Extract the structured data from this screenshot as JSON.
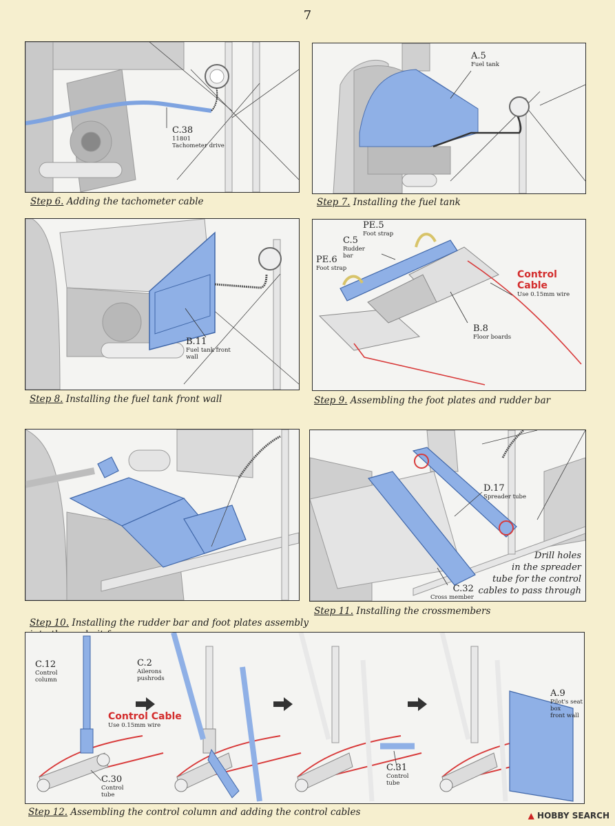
{
  "page_number": "7",
  "steps": [
    {
      "num": "Step 6.",
      "title": "Adding the tachometer cable",
      "labels": [
        {
          "part": "C.38",
          "desc": "11801\nTachometer drive"
        }
      ]
    },
    {
      "num": "Step 7.",
      "title": "Installing the fuel tank",
      "labels": [
        {
          "part": "A.5",
          "desc": "Fuel tank"
        }
      ]
    },
    {
      "num": "Step 8.",
      "title": "Installing the fuel tank front wall",
      "labels": [
        {
          "part": "B.11",
          "desc": "Fuel tank front\nwall"
        }
      ]
    },
    {
      "num": "Step 9.",
      "title": "Assembling the foot plates and rudder bar",
      "labels": [
        {
          "part": "PE.5",
          "desc": "Foot strap"
        },
        {
          "part": "C.5",
          "desc": "Rudder\nbar"
        },
        {
          "part": "PE.6",
          "desc": "Foot strap"
        },
        {
          "part": "B.8",
          "desc": "Floor boards"
        }
      ],
      "control_cable": {
        "title": "Control\nCable",
        "desc": "Use 0.15mm wire"
      }
    },
    {
      "num": "Step 10.",
      "title": "Installing the rudder bar and foot plates assembly\ninto the cockpit frame",
      "labels": []
    },
    {
      "num": "Step 11.",
      "title": "Installing the crossmembers",
      "labels": [
        {
          "part": "D.17",
          "desc": "Spreader tube"
        },
        {
          "part": "C.32",
          "desc": "Cross member"
        }
      ],
      "note": "Drill holes\nin the spreader\ntube for the control\ncables to pass through"
    },
    {
      "num": "Step 12.",
      "title": "Assembling the control column and adding the control cables",
      "labels": [
        {
          "part": "C.12",
          "desc": "Control\ncolumn"
        },
        {
          "part": "C.2",
          "desc": "Ailerons\npushrods"
        },
        {
          "part": "C.30",
          "desc": "Control\ntube"
        },
        {
          "part": "C.31",
          "desc": "Control\ntube"
        },
        {
          "part": "A.9",
          "desc": "Pilot's seat\nbox\nfront wall"
        }
      ],
      "control_cable": {
        "title": "Control Cable",
        "desc": "Use 0.15mm wire"
      }
    }
  ],
  "watermark": {
    "brand": "HOBBY SEARCH"
  },
  "colors": {
    "highlight": "#8fb0e6",
    "cable": "#d83a3a",
    "strap": "#d8c46a",
    "background": "#f6efcf"
  }
}
